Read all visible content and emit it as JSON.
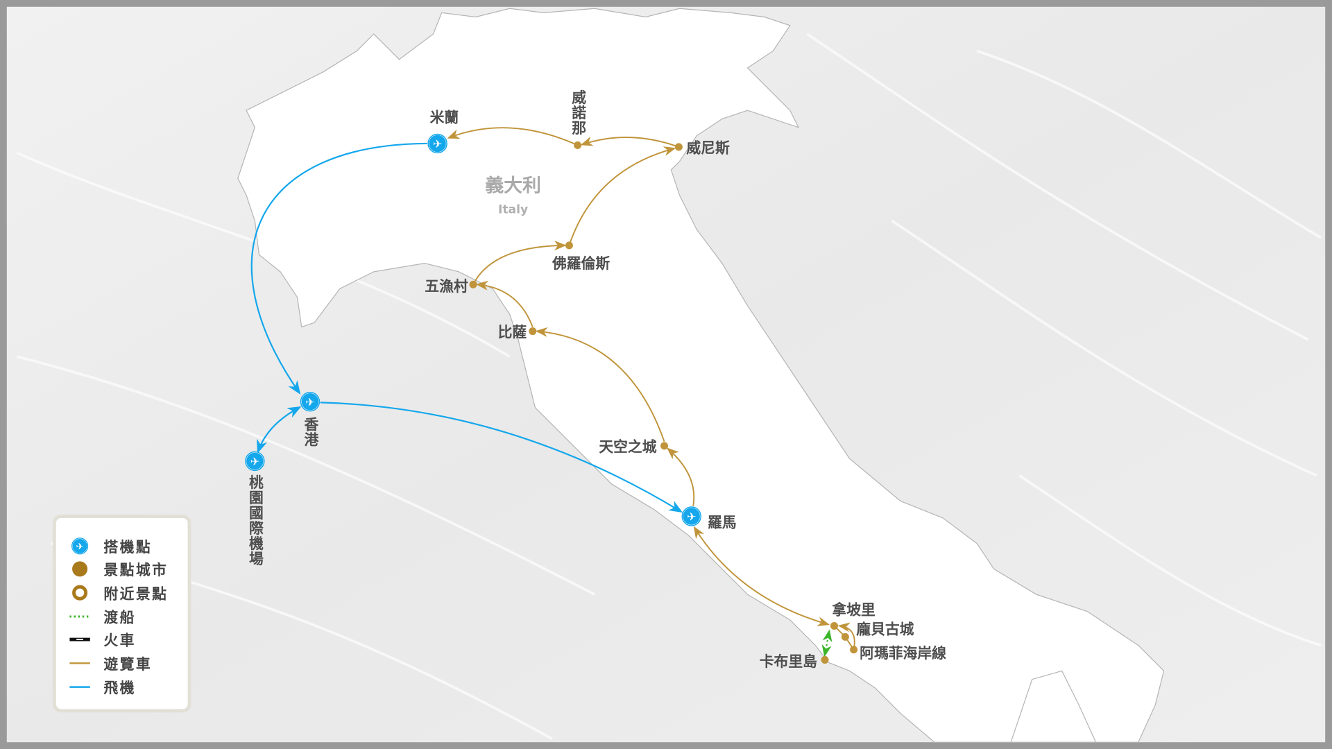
{
  "country": {
    "name_zh": "義大利",
    "name_en": "Italy"
  },
  "colors": {
    "flight": "#14a7ec",
    "coach": "#c0943a",
    "ferry": "#3cb52a",
    "train": "#111111",
    "text": "#4d4d4d"
  },
  "places": {
    "milan": "米蘭",
    "verona": "威諾那",
    "venice": "威尼斯",
    "florence": "佛羅倫斯",
    "cinque_terre": "五漁村",
    "pisa": "比薩",
    "civita": "天空之城",
    "rome": "羅馬",
    "hong_kong": "香港",
    "taoyuan": "桃園國際機場",
    "naples": "拿坡里",
    "pompeii": "龐貝古城",
    "amalfi": "阿瑪菲海岸線",
    "capri": "卡布里島"
  },
  "legend": {
    "items": [
      {
        "icon": "airport-icon",
        "label": "搭機點"
      },
      {
        "icon": "city-dot-icon",
        "label": "景點城市"
      },
      {
        "icon": "nearby-ring-icon",
        "label": "附近景點"
      },
      {
        "icon": "ferry-line-icon",
        "label": "渡船"
      },
      {
        "icon": "train-line-icon",
        "label": "火車"
      },
      {
        "icon": "coach-line-icon",
        "label": "遊覽車"
      },
      {
        "icon": "flight-line-icon",
        "label": "飛機"
      }
    ]
  }
}
